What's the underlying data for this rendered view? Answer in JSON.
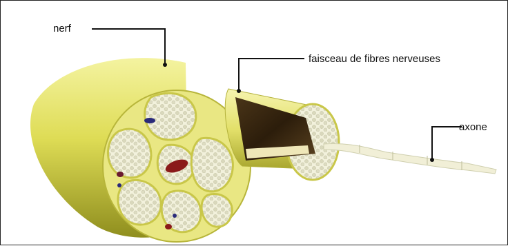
{
  "labels": {
    "nerf": "nerf",
    "fascicle": "faisceau de fibres nerveuses",
    "axon": "axone"
  },
  "colors": {
    "epineurium": "#e6e45a",
    "fascicle_interior": "#efeed7",
    "fiber_cell": "#dcdcc0",
    "blood_vessel_red": "#8a1a1a",
    "blood_vessel_blue": "#2a2a7a",
    "fascicle_cut": "#3c2a12",
    "leader_line": "#111111"
  }
}
